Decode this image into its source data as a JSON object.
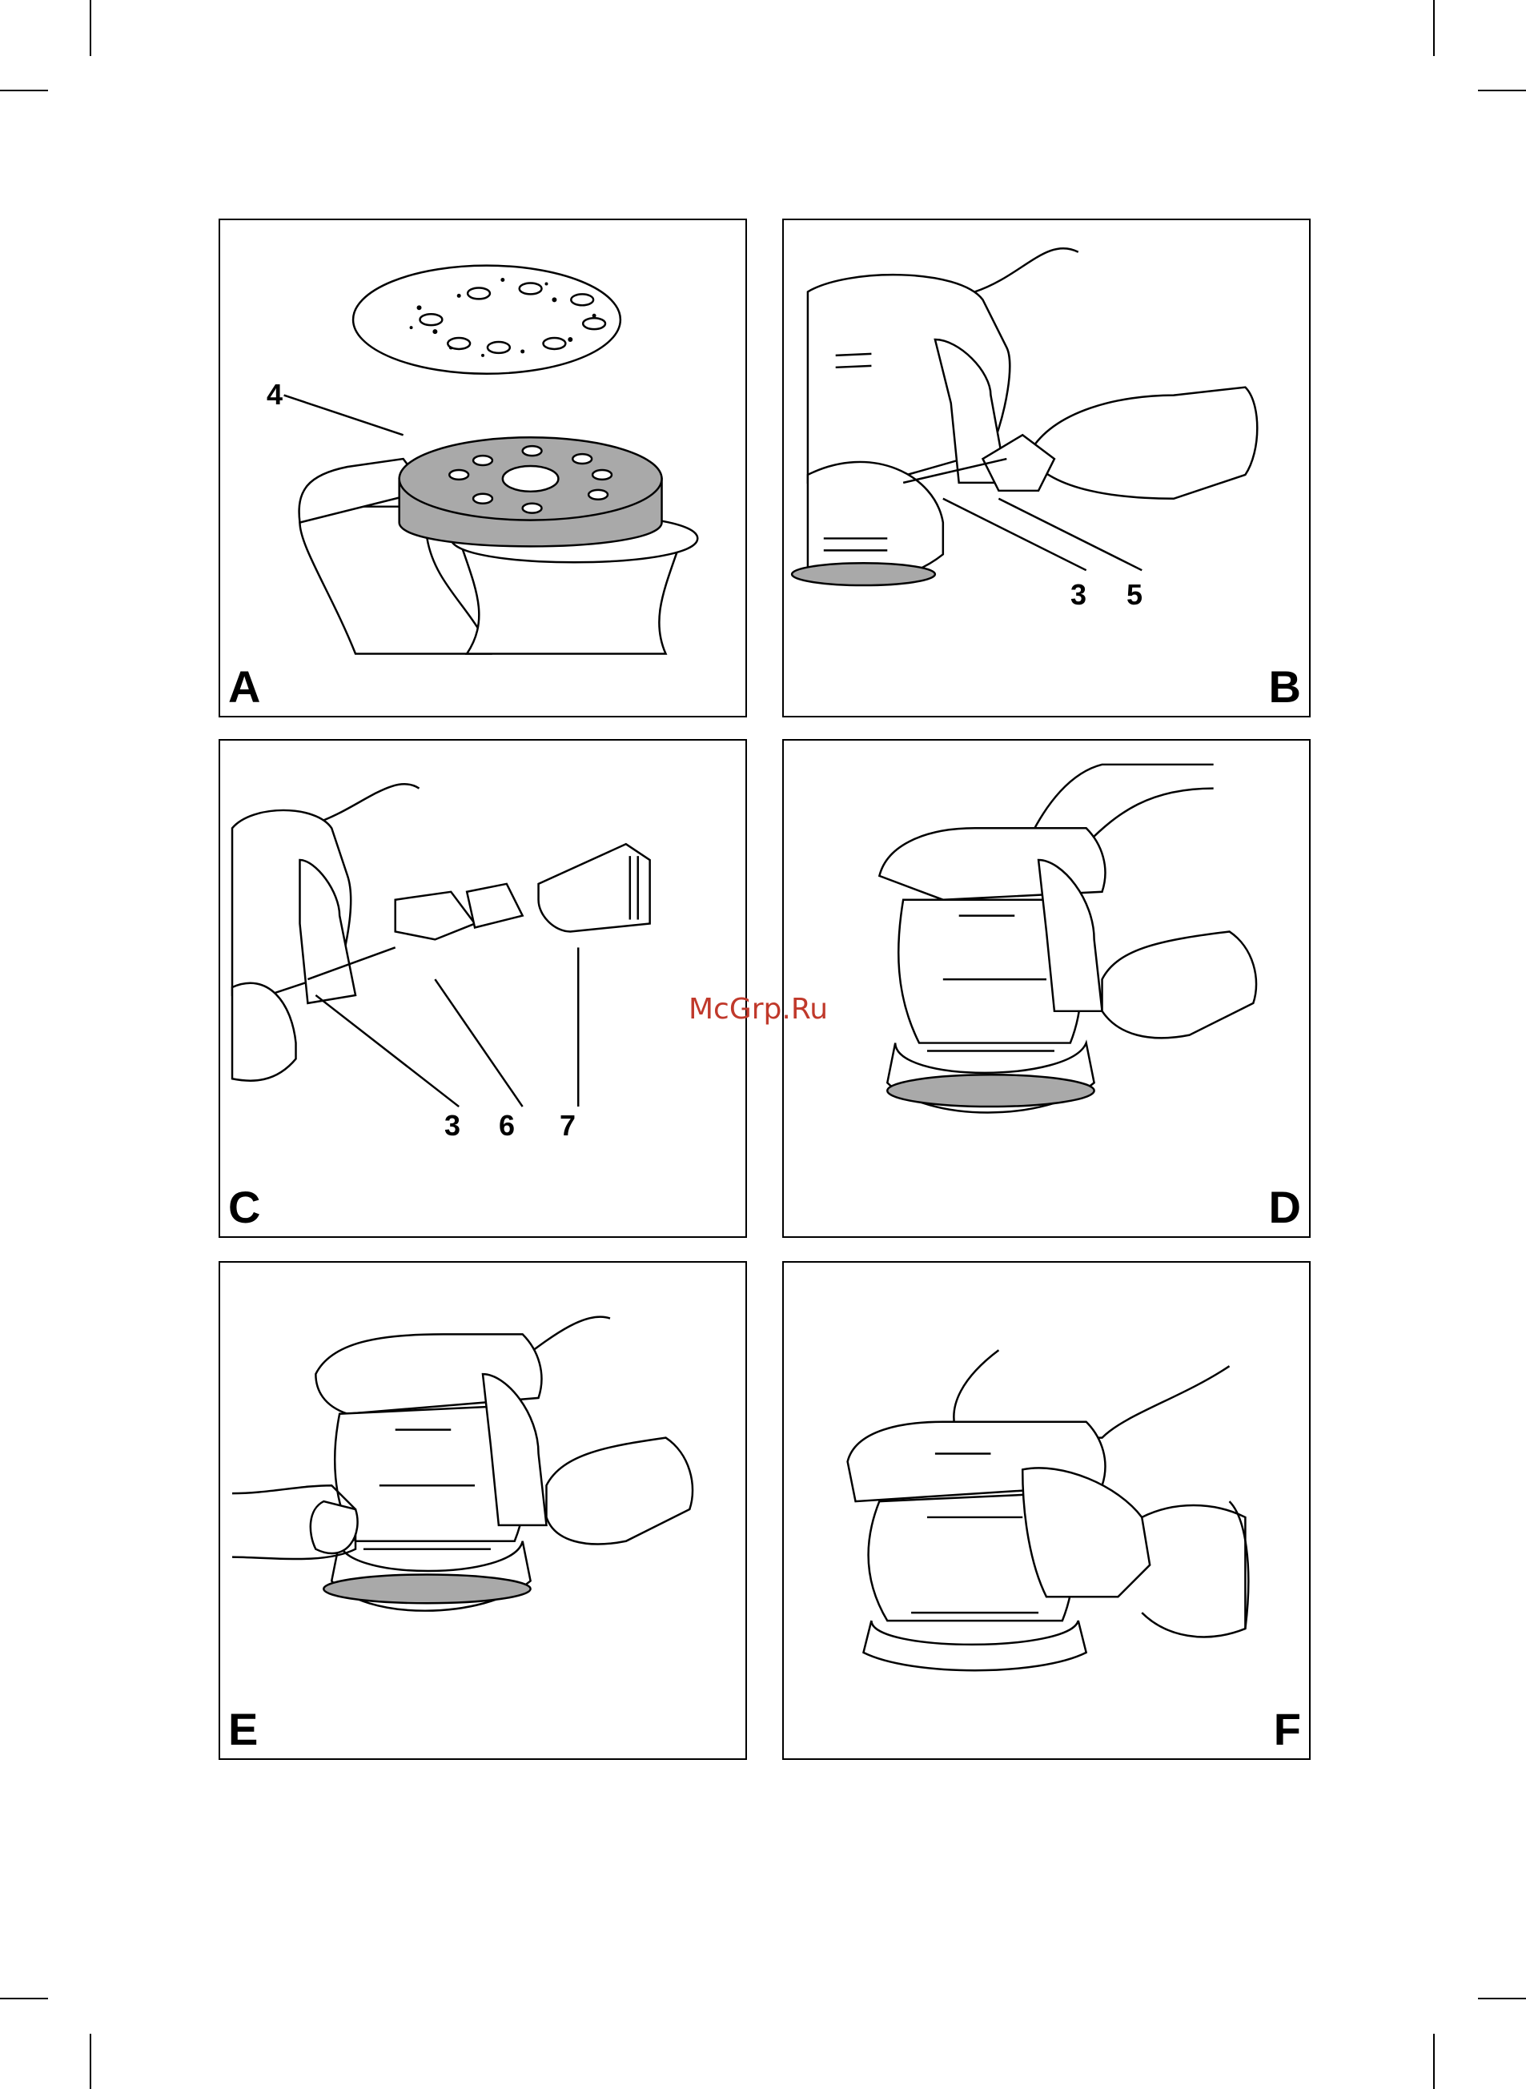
{
  "watermark": "McGrp.Ru",
  "panels": [
    {
      "letter": "A",
      "callouts": [
        "4"
      ]
    },
    {
      "letter": "B",
      "callouts": [
        "3",
        "5"
      ]
    },
    {
      "letter": "C",
      "callouts": [
        "3",
        "6",
        "7"
      ]
    },
    {
      "letter": "D",
      "callouts": []
    },
    {
      "letter": "E",
      "callouts": []
    },
    {
      "letter": "F",
      "callouts": []
    }
  ]
}
